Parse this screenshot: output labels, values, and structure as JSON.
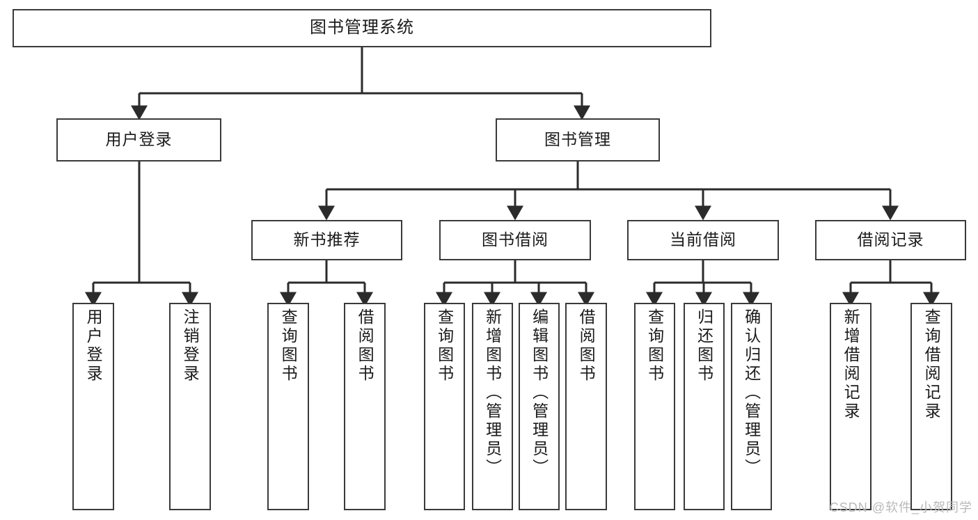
{
  "diagram": {
    "title": "图书管理系统",
    "type": "tree",
    "watermark": "CSDN @软件_小贺同学",
    "colors": {
      "box_border": "#3a3a3a",
      "box_fill": "#ffffff",
      "edge": "#2b2b2b",
      "text": "#1a1a1a",
      "watermark": "#b9b9b9",
      "background": "#ffffff"
    },
    "levels": {
      "root": {
        "label": "图书管理系统"
      },
      "level2": [
        {
          "id": "user-login",
          "label": "用户登录"
        },
        {
          "id": "book-management",
          "label": "图书管理"
        }
      ],
      "level3": [
        {
          "id": "new-book-recommend",
          "label": "新书推荐"
        },
        {
          "id": "book-borrow",
          "label": "图书借阅"
        },
        {
          "id": "current-borrow",
          "label": "当前借阅"
        },
        {
          "id": "borrow-record",
          "label": "借阅记录"
        }
      ],
      "leaves": {
        "user-login": [
          {
            "id": "leaf-user-login",
            "label": "用户登录"
          },
          {
            "id": "leaf-logout",
            "label": "注销登录"
          }
        ],
        "new-book-recommend": [
          {
            "id": "leaf-query-book-1",
            "label": "查询图书"
          },
          {
            "id": "leaf-borrow-book-1",
            "label": "借阅图书"
          }
        ],
        "book-borrow": [
          {
            "id": "leaf-query-book-2",
            "label": "查询图书"
          },
          {
            "id": "leaf-add-book",
            "label": "新增图书（管理员）"
          },
          {
            "id": "leaf-edit-book",
            "label": "编辑图书（管理员）"
          },
          {
            "id": "leaf-borrow-book-2",
            "label": "借阅图书"
          }
        ],
        "current-borrow": [
          {
            "id": "leaf-query-book-3",
            "label": "查询图书"
          },
          {
            "id": "leaf-return-book",
            "label": "归还图书"
          },
          {
            "id": "leaf-confirm-return",
            "label": "确认归还（管理员）"
          }
        ],
        "borrow-record": [
          {
            "id": "leaf-add-record",
            "label": "新增借阅记录"
          },
          {
            "id": "leaf-query-record",
            "label": "查询借阅记录"
          }
        ]
      }
    }
  }
}
